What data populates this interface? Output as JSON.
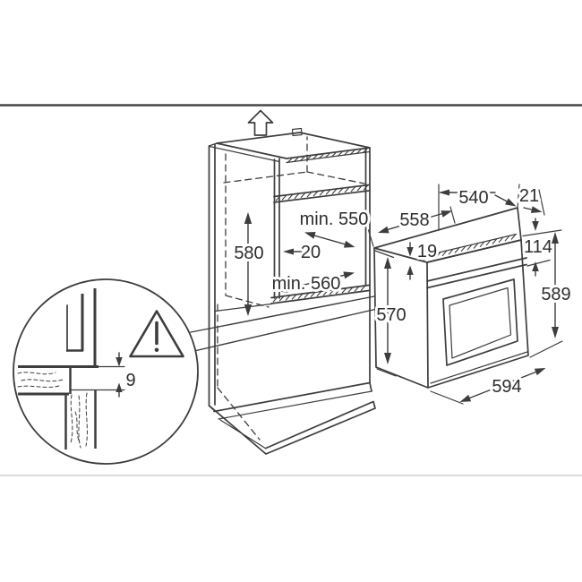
{
  "figure": {
    "type": "installation-diagram",
    "subject": "Built-in oven cabinet niche and appliance dimensions",
    "units": "mm"
  },
  "dimensions": {
    "cabinet_niche_height": "580",
    "cabinet_niche_depth_top": "min. 550",
    "cabinet_rail_gap": "20",
    "cabinet_niche_depth_bottom": "min. 560",
    "oven_top_depth": "540",
    "oven_front_overhang": "21",
    "oven_body_depth": "558",
    "oven_top_edge": "19",
    "oven_control_panel_height": "114",
    "oven_total_height": "589",
    "oven_body_height": "570",
    "oven_width": "594",
    "panel_clearance": "9"
  },
  "icons": {
    "direction_arrow": "up-arrow",
    "caution": "warning-triangle"
  },
  "colors": {
    "line": "#3d3d3d",
    "top_rule": "#474747",
    "bottom_rule": "#cfcfcf",
    "background": "#ffffff",
    "text": "#2d2d2d"
  }
}
